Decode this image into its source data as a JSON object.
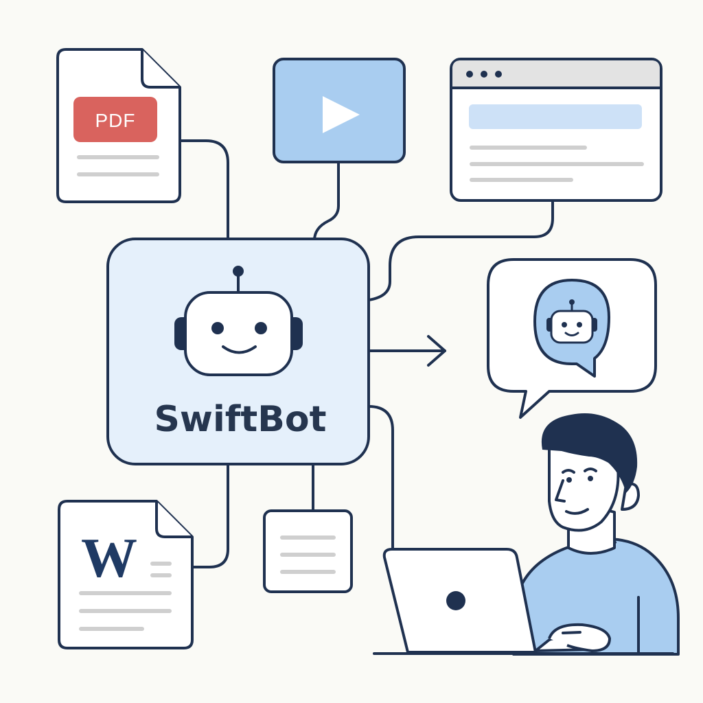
{
  "hub": {
    "brand_name": "SwiftBot",
    "icon": "robot-icon"
  },
  "sources": {
    "pdf": {
      "badge": "PDF",
      "icon": "pdf-file-icon"
    },
    "video": {
      "icon": "play-icon"
    },
    "web": {
      "icon": "browser-window-icon"
    },
    "word": {
      "badge": "W",
      "icon": "word-file-icon"
    },
    "note": {
      "icon": "note-card-icon"
    }
  },
  "output": {
    "chat": {
      "icon": "chat-bubble-icon",
      "avatar_icon": "robot-icon"
    },
    "user": {
      "icon": "person-icon",
      "device_icon": "laptop-icon"
    }
  },
  "colors": {
    "ink": "#1f3150",
    "hub_fill": "#e5f0fb",
    "accent_blue": "#a9cdf0",
    "pdf_red": "#d9635e",
    "word_blue": "#1f3a64",
    "line_gray": "#cfcfcf",
    "background": "#fafaf6"
  }
}
